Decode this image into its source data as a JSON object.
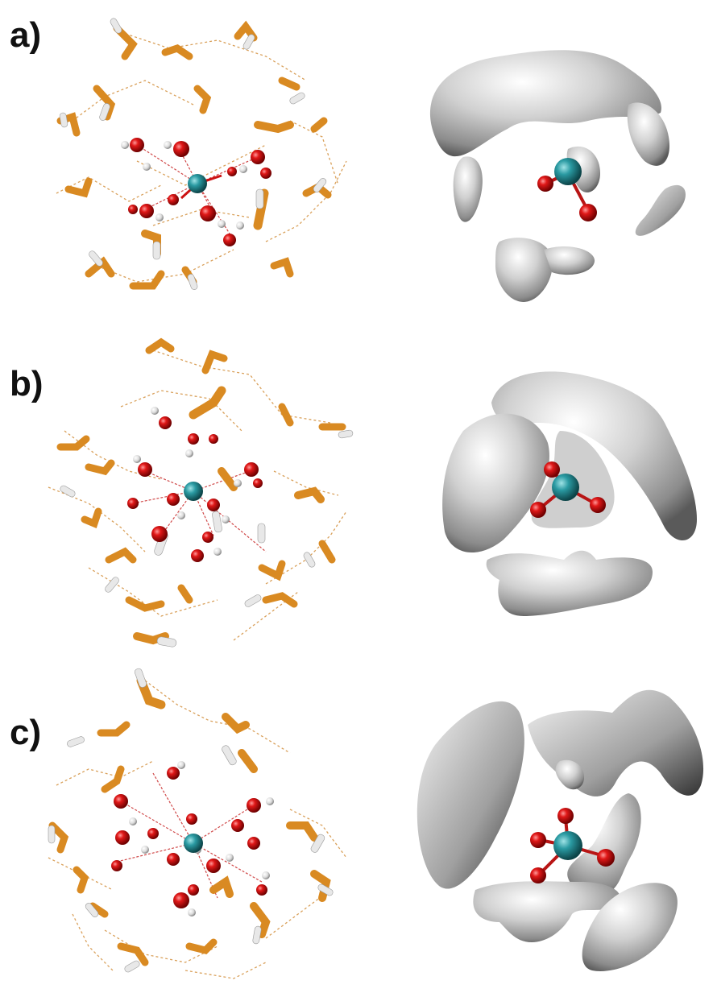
{
  "panels": [
    {
      "label": "a)"
    },
    {
      "label": "b)"
    },
    {
      "label": "c)"
    }
  ],
  "colors": {
    "water_stick": "#d98a22",
    "hydrogen": "#e6e6e6",
    "oxygen": "#cc1111",
    "metal_ion": "#2a8e96",
    "surface": "#bdbdbd",
    "hbond_dash": "#d9a05a"
  }
}
